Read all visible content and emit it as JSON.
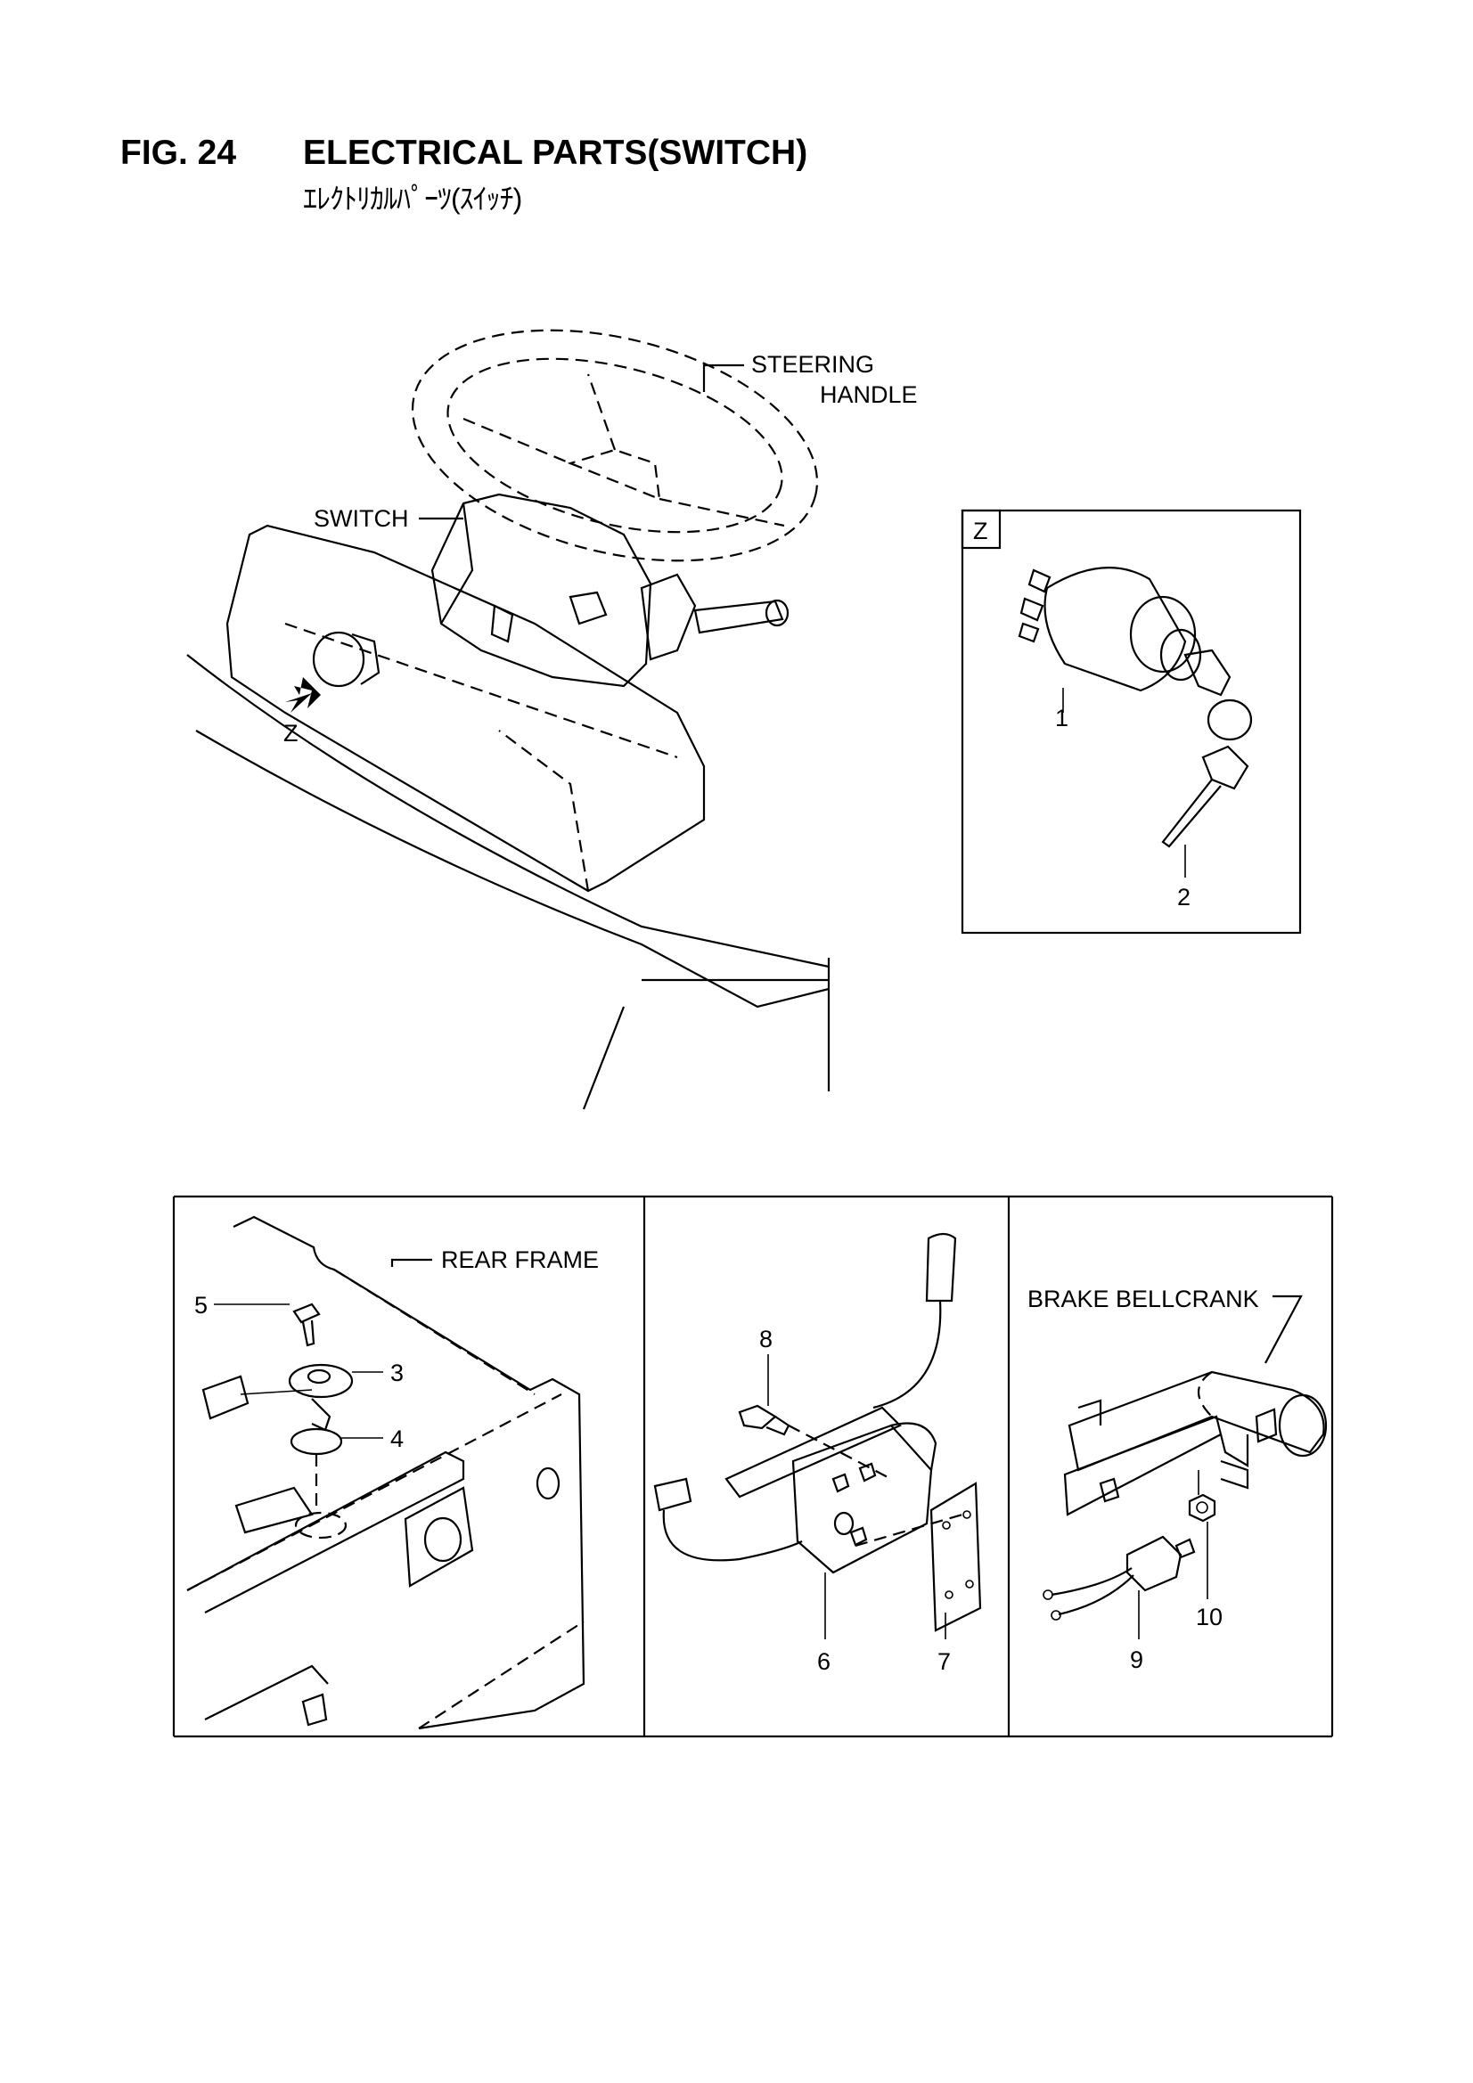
{
  "header": {
    "fig_number": "FIG. 24",
    "title": "ELECTRICAL PARTS(SWITCH)",
    "subtitle": "ｴﾚｸﾄﾘｶﾙﾊﾟｰﾂ(ｽｲｯﾁ)"
  },
  "overview": {
    "steering_label_line1": "STEERING",
    "steering_label_line2": "HANDLE",
    "switch_label": "SWITCH",
    "view_marker": "Z"
  },
  "detail_z": {
    "tag": "Z",
    "callouts": [
      "1",
      "2"
    ]
  },
  "panel_rear_frame": {
    "label": "REAR FRAME",
    "callouts": [
      "5",
      "3",
      "4"
    ]
  },
  "panel_center": {
    "callouts": [
      "8",
      "6",
      "7"
    ]
  },
  "panel_brake": {
    "label": "BRAKE BELLCRANK",
    "callouts": [
      "9",
      "10"
    ]
  }
}
